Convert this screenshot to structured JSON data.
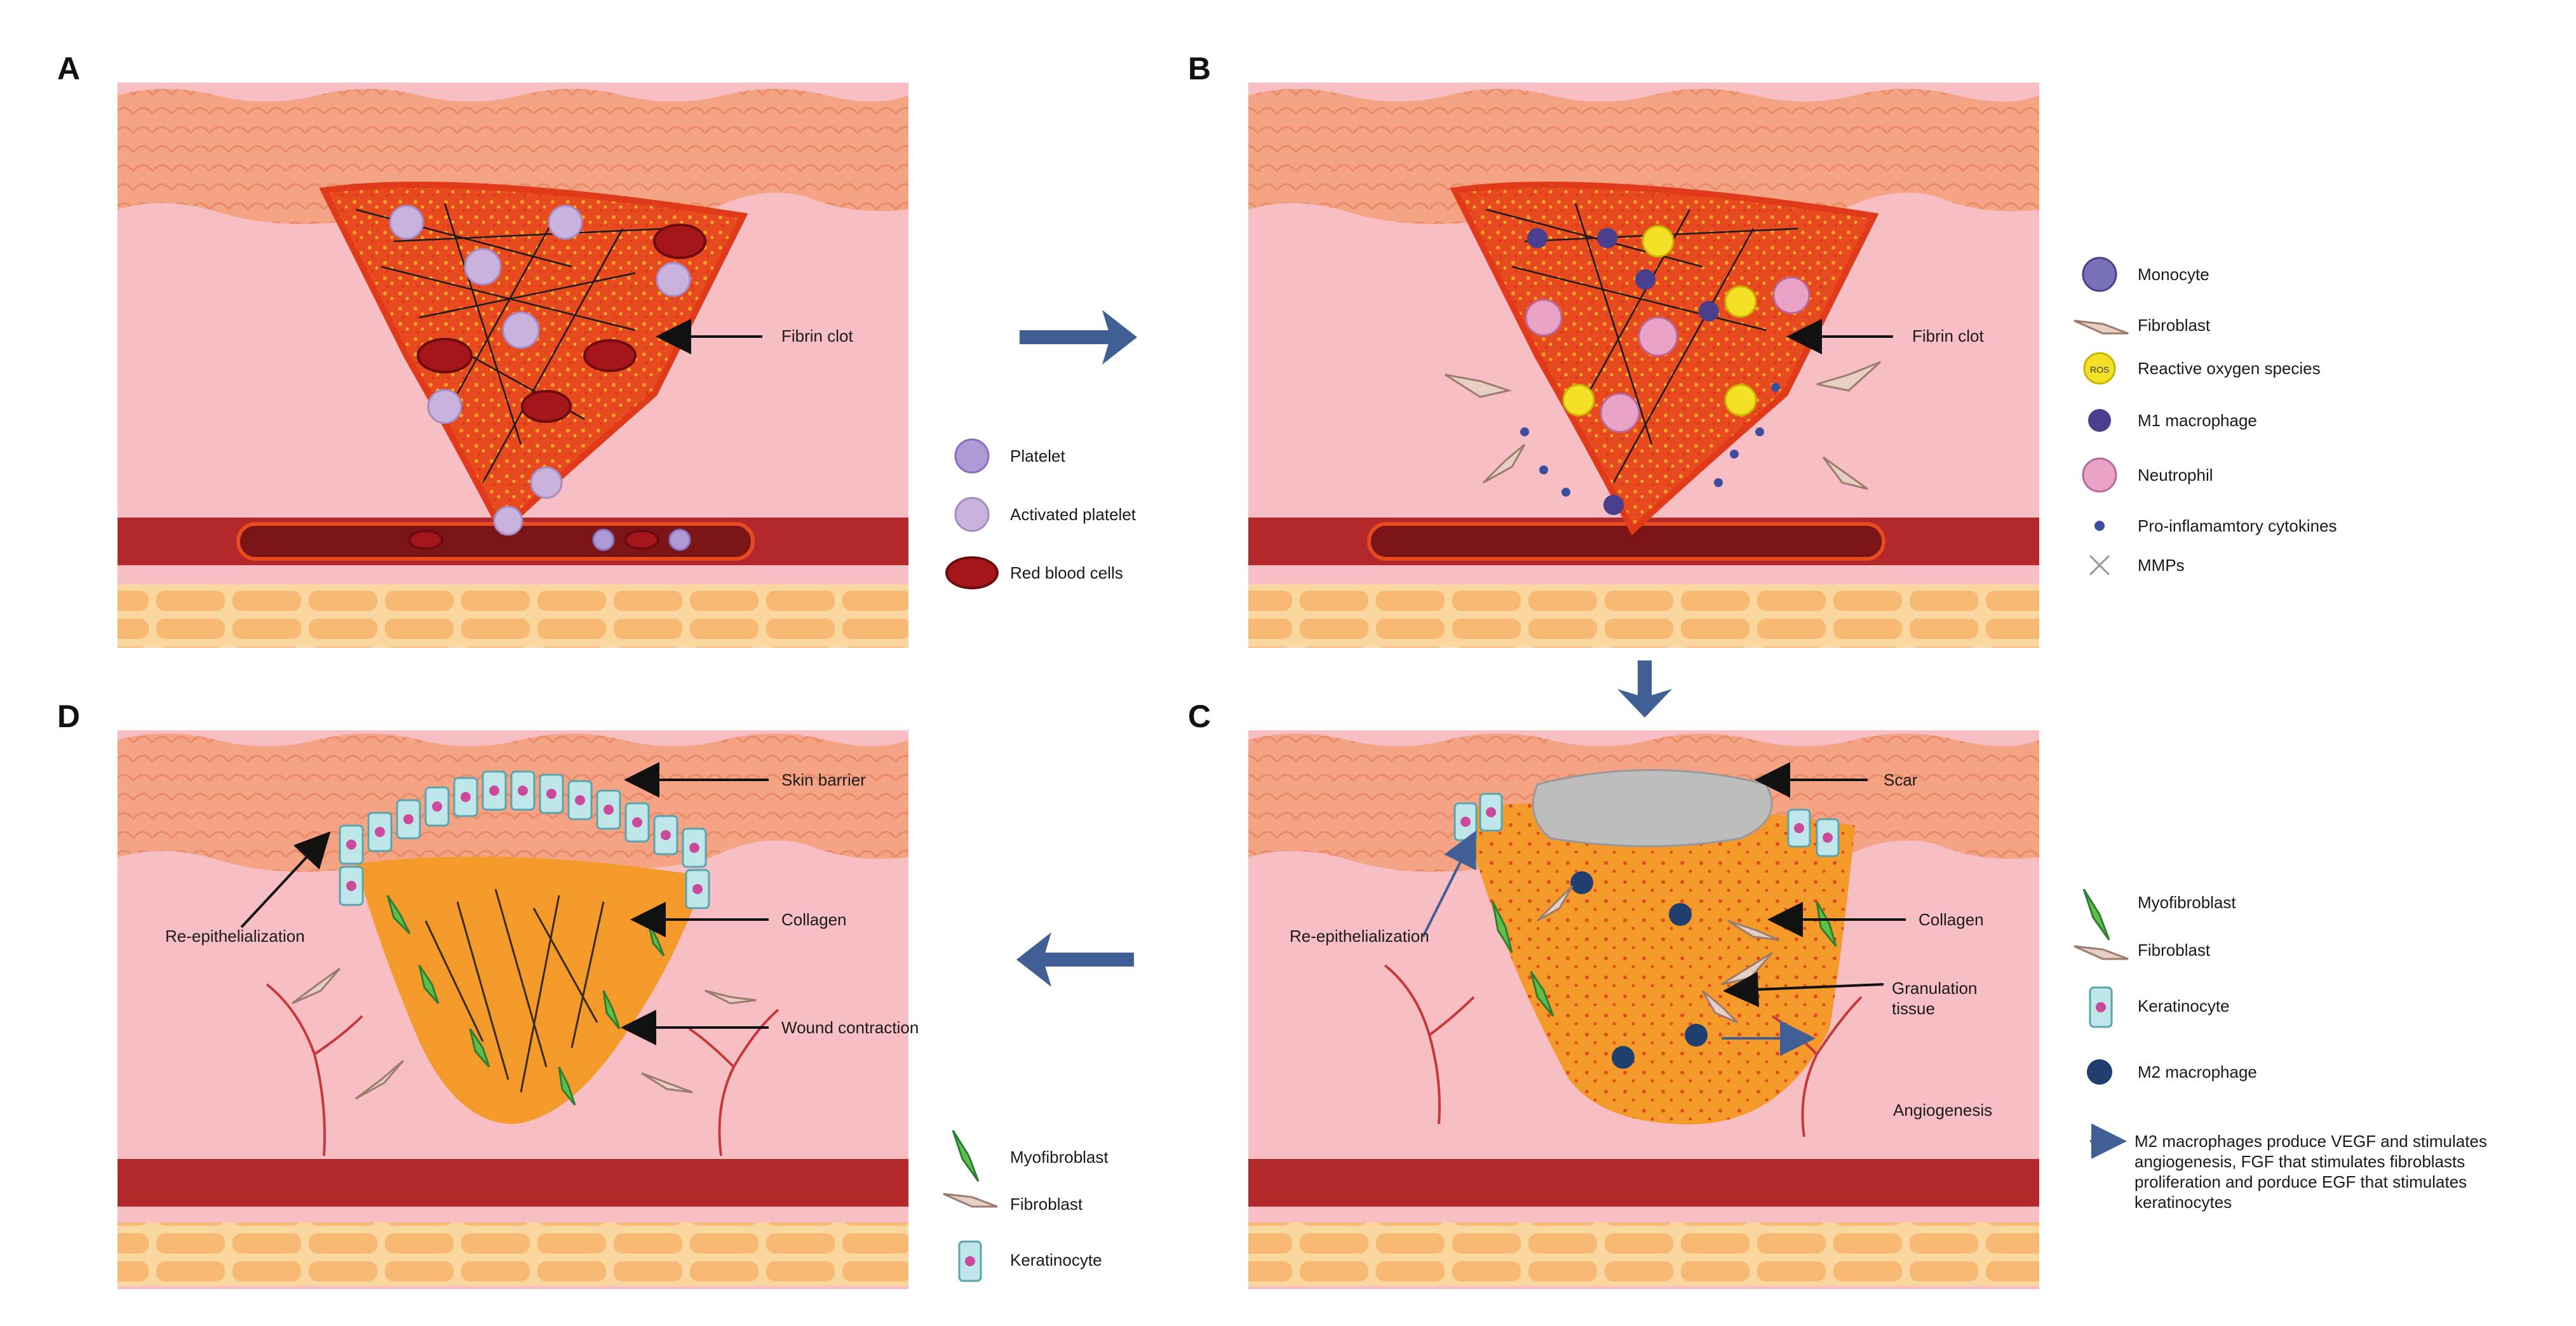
{
  "panels": {
    "a": {
      "letter": "A",
      "labels": {
        "fibrin_clot": "Fibrin clot"
      }
    },
    "b": {
      "letter": "B",
      "labels": {
        "fibrin_clot": "Fibrin clot"
      }
    },
    "c": {
      "letter": "C",
      "labels": {
        "scar": "Scar",
        "collagen": "Collagen",
        "granulation_1": "Granulation",
        "granulation_2": "tissue",
        "re_epi": "Re-epithelialization",
        "angiogenesis": "Angiogenesis"
      }
    },
    "d": {
      "letter": "D",
      "labels": {
        "skin_barrier": "Skin barrier",
        "collagen": "Collagen",
        "re_epi": "Re-epithelialization",
        "wound_contraction": "Wound contraction"
      }
    }
  },
  "legend_a": [
    "Platelet",
    "Activated platelet",
    "Red blood cells"
  ],
  "legend_b": [
    "Monocyte",
    "Fibroblast",
    "Reactive oxygen species",
    "M1 macrophage",
    "Neutrophil",
    "Pro-inflamamtory cytokines",
    "MMPs"
  ],
  "legend_c": [
    "Myofibroblast",
    "Fibroblast",
    "Keratinocyte",
    "M2 macrophage"
  ],
  "legend_c_note": [
    "M2 macrophages produce VEGF and stimulates",
    "angiogenesis, FGF that stimulates fibroblasts",
    "proliferation and porduce EGF that stimulates",
    "keratinocytes"
  ],
  "legend_d": [
    "Myofibroblast",
    "Fibroblast",
    "Keratinocyte"
  ],
  "ros_text": "ROS",
  "colors": {
    "epidermis": "#f3a98a",
    "dermis": "#f7bfc4",
    "fat": "#f9c98c",
    "vessel": "#b3282b",
    "clot": "#e8421f",
    "granulation": "#f29a2c",
    "arrow": "#3f5f95"
  }
}
